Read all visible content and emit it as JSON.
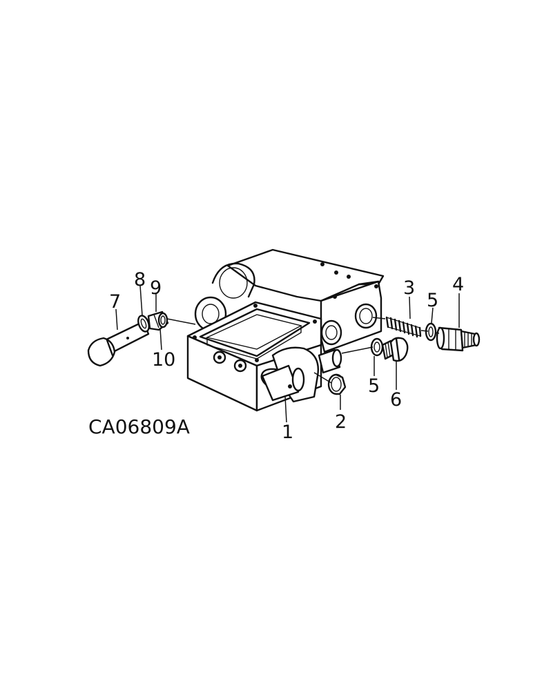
{
  "figure_code": "CA06809A",
  "callouts": {
    "p1": "1",
    "p2": "2",
    "p3": "3",
    "p4": "4",
    "p5a": "5",
    "p5b": "5",
    "p6": "6",
    "p7": "7",
    "p8": "8",
    "p9": "9",
    "p10": "10"
  }
}
